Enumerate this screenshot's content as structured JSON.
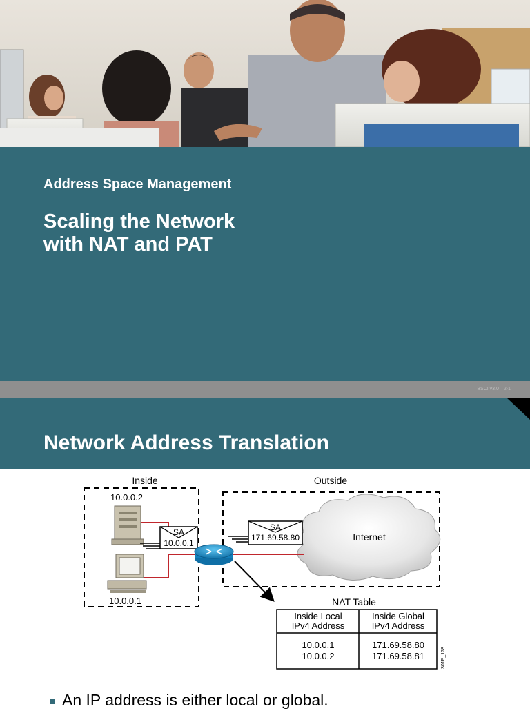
{
  "slide1": {
    "subtitle": "Address Space Management",
    "title_line1": "Scaling the Network",
    "title_line2": "with NAT and PAT",
    "footer": "BSCI v3.0—2-1"
  },
  "slide2": {
    "title": "Network Address Translation",
    "diagram": {
      "inside_label": "Inside",
      "outside_label": "Outside",
      "server_ip": "10.0.0.2",
      "pc_ip": "10.0.0.1",
      "packet_inside_label": "SA",
      "packet_inside_addr": "10.0.0.1",
      "packet_outside_label": "SA",
      "packet_outside_addr": "171.69.58.80",
      "cloud_label": "Internet",
      "nat_table_title": "NAT Table",
      "figure_code": "301P_178",
      "nat_table": {
        "headers": [
          [
            "Inside Local",
            "IPv4 Address"
          ],
          [
            "Inside Global",
            "IPv4 Address"
          ]
        ],
        "rows": [
          [
            "10.0.0.1",
            "171.69.58.80"
          ],
          [
            "10.0.0.2",
            "171.69.58.81"
          ]
        ]
      }
    },
    "bullet": "An IP address is either local or global."
  },
  "colors": {
    "teal": "#336a78",
    "footer_gray": "#8f8f8f",
    "link_red": "#c0272d",
    "router_blue": "#1c8fc9"
  }
}
